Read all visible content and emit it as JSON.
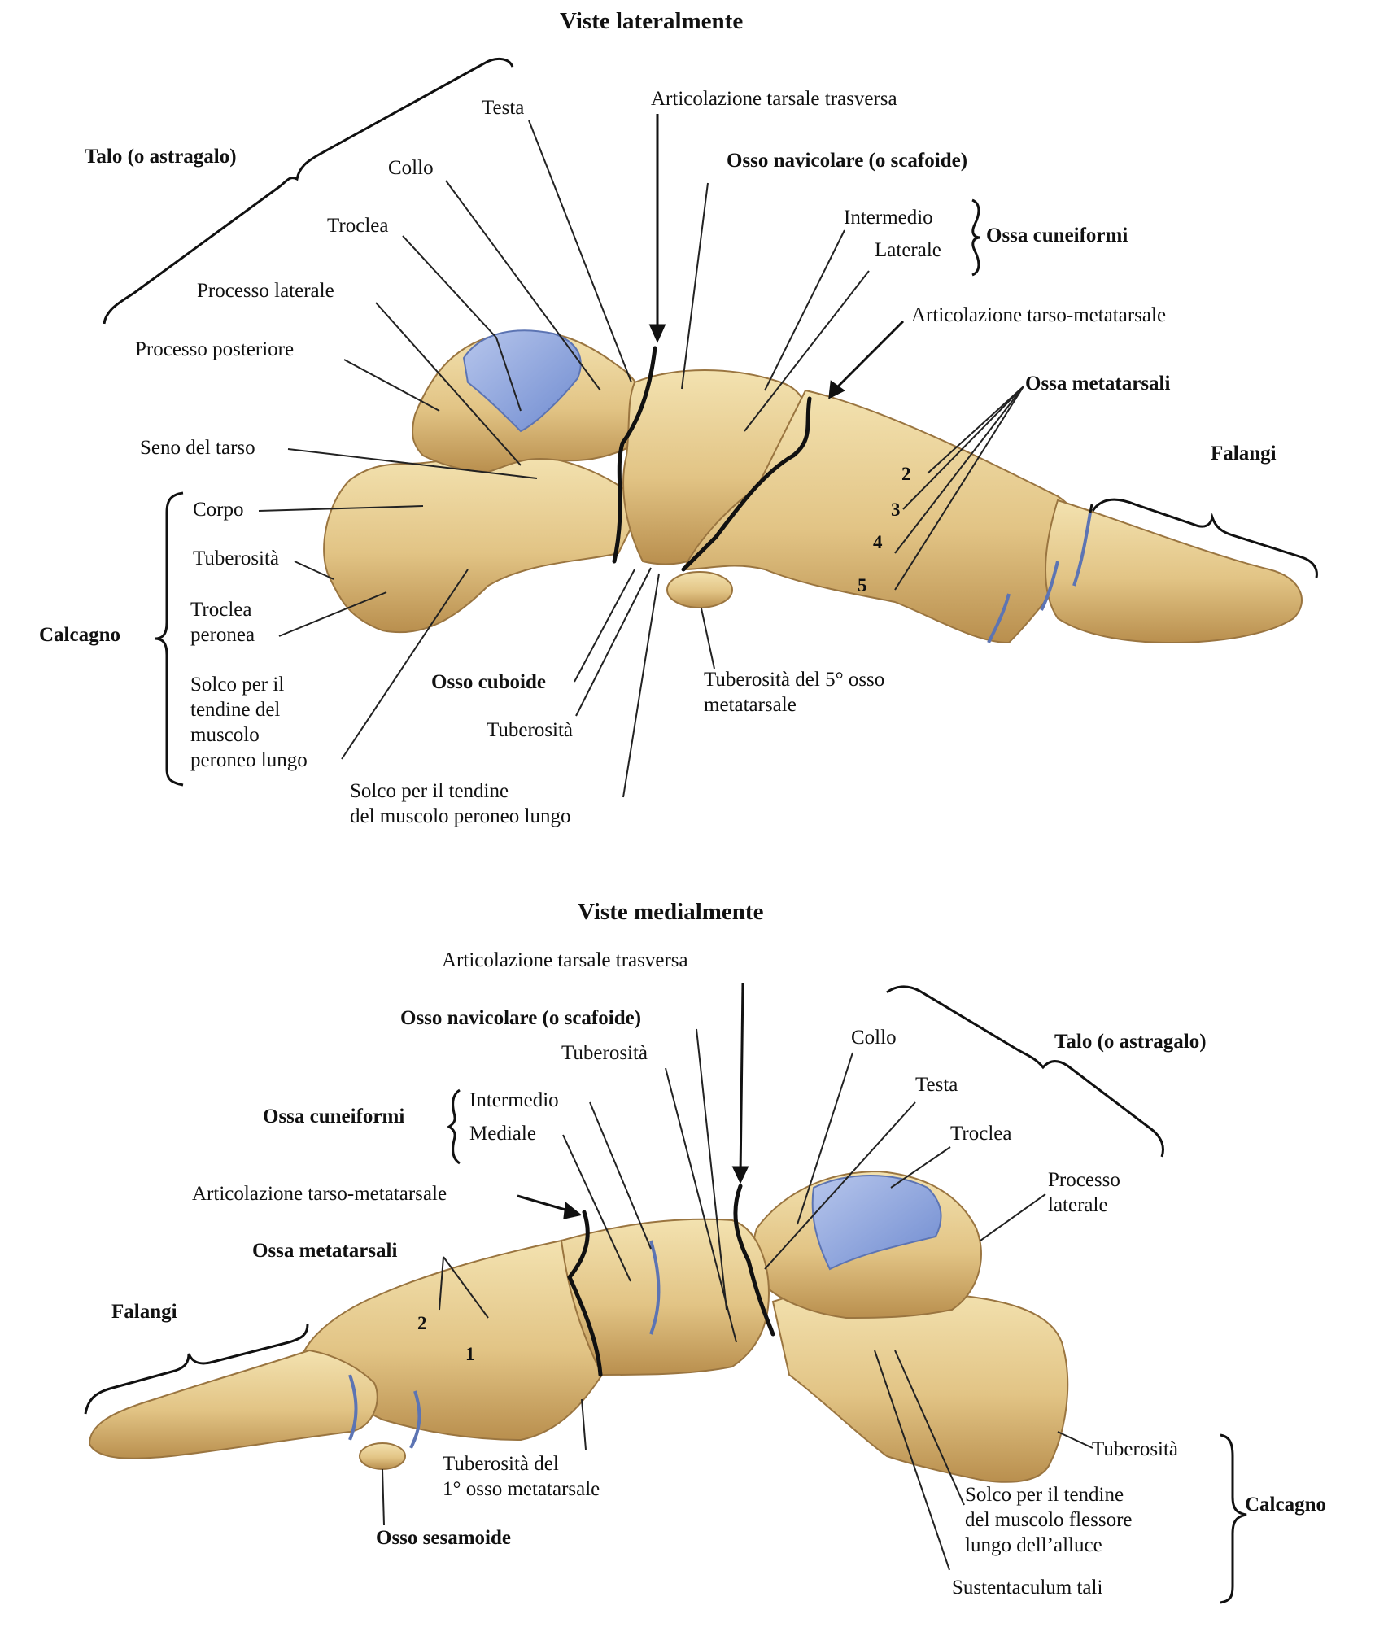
{
  "lateral": {
    "title": "Viste lateralmente",
    "talo": "Talo (o astragalo)",
    "testa": "Testa",
    "collo": "Collo",
    "troclea": "Troclea",
    "processo_laterale": "Processo laterale",
    "processo_posteriore": "Processo posteriore",
    "seno_tarso": "Seno del tarso",
    "art_tarsale_trasversa": "Articolazione tarsale trasversa",
    "navicolare": "Osso navicolare (o scafoide)",
    "intermedio": "Intermedio",
    "laterale": "Laterale",
    "ossa_cuneiformi": "Ossa cuneiformi",
    "art_tarso_metatarsale": "Articolazione tarso-metatarsale",
    "ossa_metatarsali": "Ossa metatarsali",
    "falangi": "Falangi",
    "numbers": [
      "2",
      "3",
      "4",
      "5"
    ],
    "corpo": "Corpo",
    "tuberosita_calc": "Tuberosità",
    "troclea_peronea": "Troclea\nperonea",
    "calcagno": "Calcagno",
    "solco_calc": "Solco per il\ntendine del\nmuscolo\nperoneo lungo",
    "osso_cuboide": "Osso cuboide",
    "tuberosita_cub": "Tuberosità",
    "solco_cub": "Solco per il tendine\ndel muscolo peroneo lungo",
    "tuberosita_5": "Tuberosità del 5° osso\nmetatarsale"
  },
  "medial": {
    "title": "Viste medialmente",
    "art_tarsale_trasversa": "Articolazione tarsale trasversa",
    "navicolare": "Osso navicolare (o scafoide)",
    "tuberosita_nav": "Tuberosità",
    "collo": "Collo",
    "talo": "Talo (o astragalo)",
    "testa": "Testa",
    "ossa_cuneiformi": "Ossa cuneiformi",
    "intermedio": "Intermedio",
    "mediale": "Mediale",
    "troclea": "Troclea",
    "processo_laterale": "Processo\nlaterale",
    "art_tarso_metatarsale": "Articolazione tarso-metatarsale",
    "ossa_metatarsali": "Ossa metatarsali",
    "falangi": "Falangi",
    "numbers": [
      "2",
      "1"
    ],
    "tuberosita_1": "Tuberosità del\n1° osso metatarsale",
    "osso_sesamoide": "Osso sesamoide",
    "tuberosita_calc": "Tuberosità",
    "calcagno": "Calcagno",
    "solco_flessore": "Solco per il tendine\ndel muscolo flessore\nlungo dell’alluce",
    "sustentaculum": "Sustentaculum tali"
  },
  "colors": {
    "bone": "#e6cc8e",
    "bone_shadow": "#b98f4e",
    "bone_light": "#f4e4b8",
    "cartilage": "#8ea6dc",
    "joint_line": "#111111",
    "leader": "#222222"
  }
}
